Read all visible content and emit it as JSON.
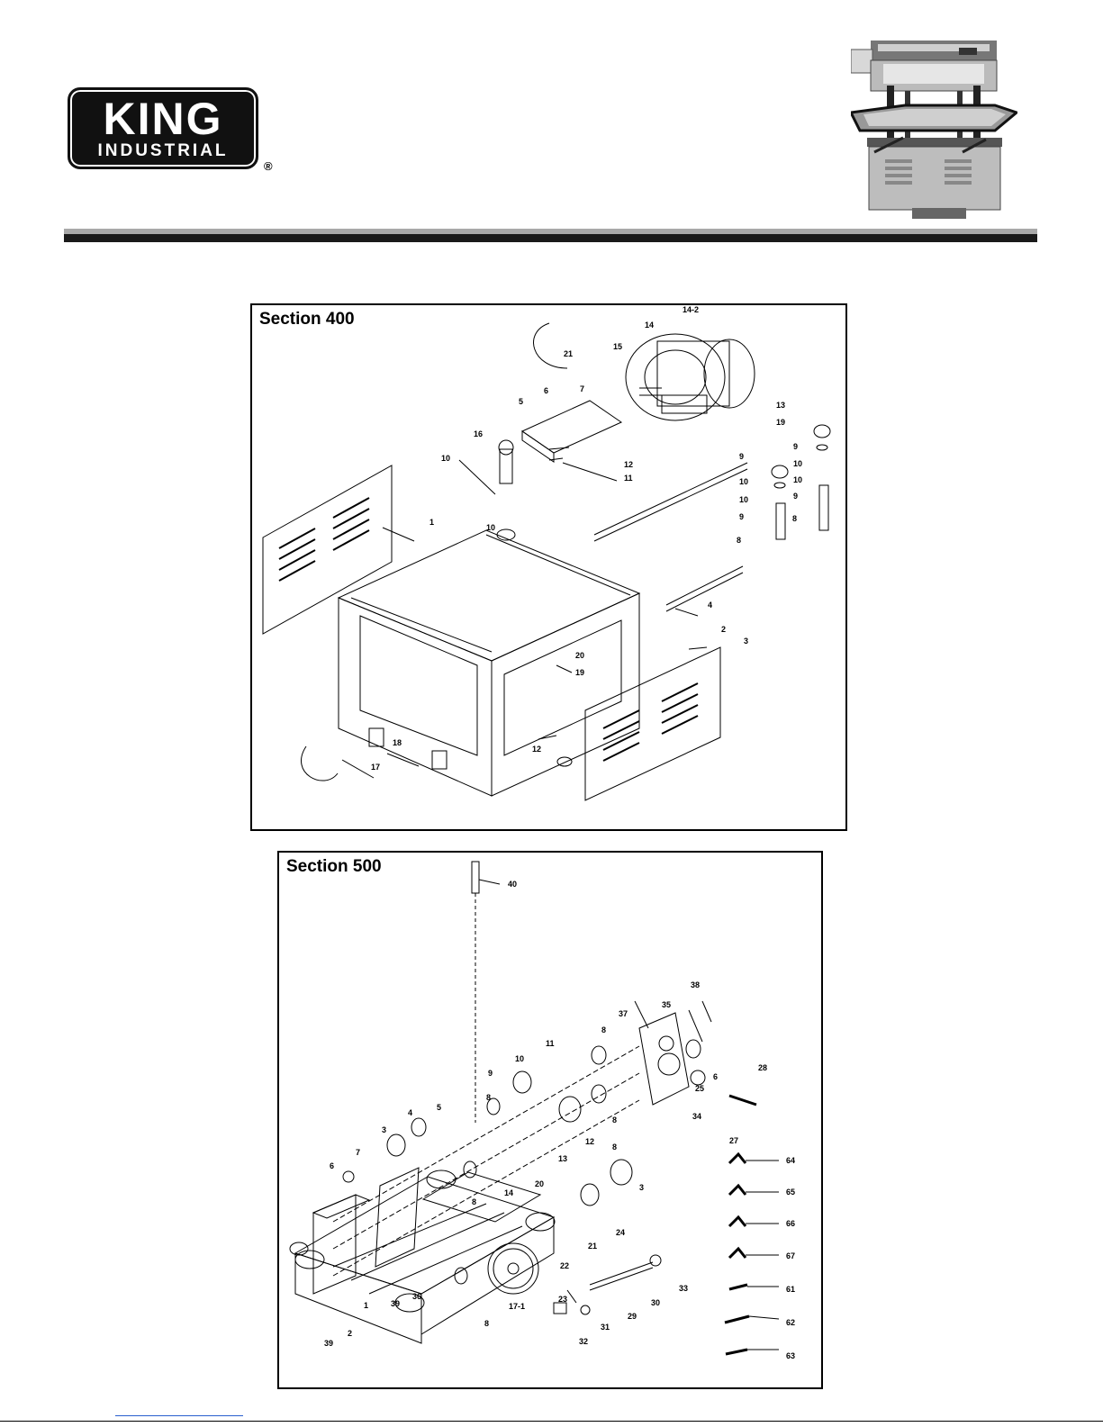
{
  "brand": {
    "name": "KING",
    "sub": "INDUSTRIAL",
    "registered": "®"
  },
  "sections": [
    {
      "title": "Section 400",
      "labels": [
        "14-2",
        "14",
        "15",
        "21",
        "7",
        "6",
        "5",
        "13",
        "19",
        "16",
        "12",
        "11",
        "10",
        "9",
        "10",
        "9",
        "10",
        "10",
        "10",
        "9",
        "10",
        "9",
        "8",
        "8",
        "1",
        "4",
        "2",
        "3",
        "20",
        "19",
        "12",
        "18",
        "17"
      ]
    },
    {
      "title": "Section 500",
      "labels": [
        "40",
        "38",
        "35",
        "37",
        "8",
        "11",
        "10",
        "9",
        "28",
        "6",
        "25",
        "34",
        "27",
        "8",
        "4",
        "5",
        "3",
        "8",
        "13",
        "12",
        "8",
        "7",
        "6",
        "64",
        "8",
        "14",
        "20",
        "3",
        "65",
        "24",
        "21",
        "66",
        "22",
        "67",
        "36",
        "39",
        "2",
        "1",
        "17-1",
        "8",
        "23",
        "33",
        "30",
        "29",
        "61",
        "62",
        "63",
        "31",
        "32",
        "39"
      ]
    }
  ],
  "colors": {
    "rule_gray": "#a9a9a9",
    "rule_black": "#1a1a1a",
    "logo_bg": "#111111"
  }
}
